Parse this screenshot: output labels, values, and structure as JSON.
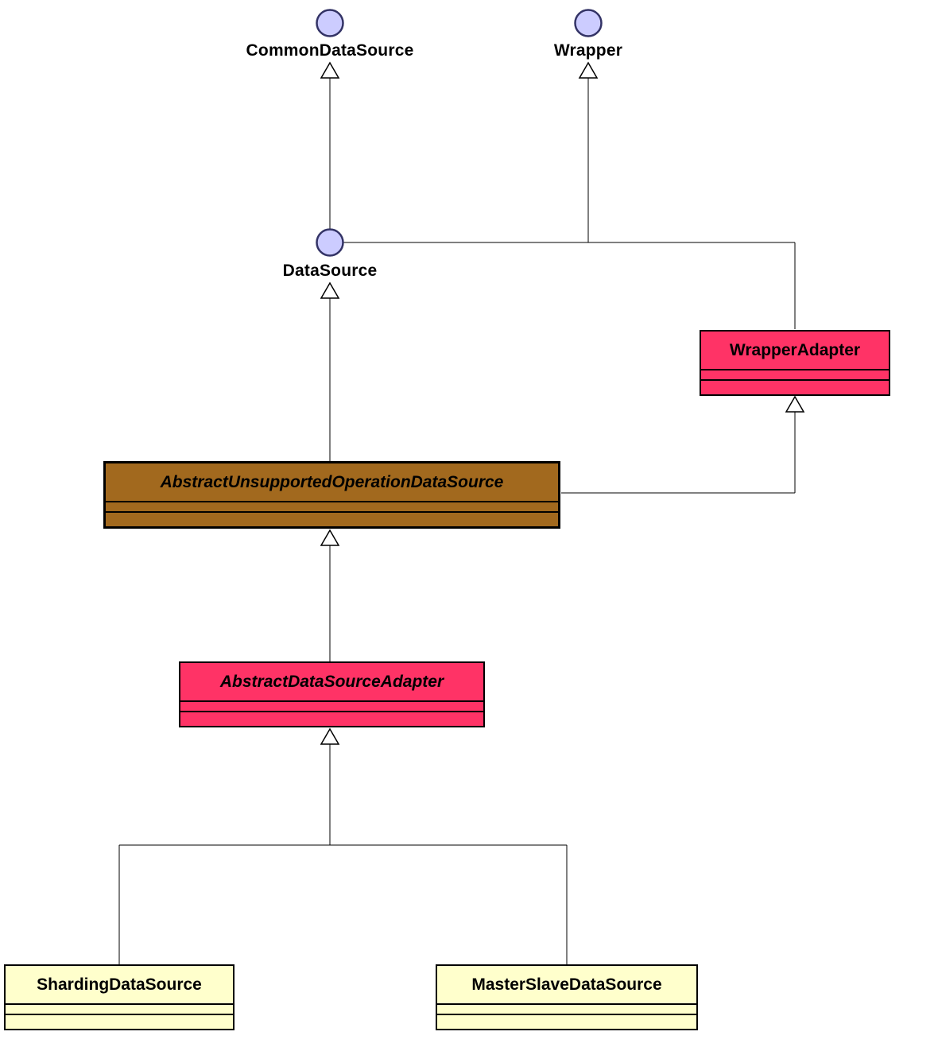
{
  "diagram": {
    "type": "uml-class-diagram",
    "interfaces": {
      "common_data_source": {
        "label": "CommonDataSource"
      },
      "wrapper": {
        "label": "Wrapper"
      },
      "data_source": {
        "label": "DataSource"
      }
    },
    "classes": {
      "wrapper_adapter": {
        "label": "WrapperAdapter",
        "abstract": false,
        "fill": "#FF3366"
      },
      "abstract_unsupported_operation_data_source": {
        "label": "AbstractUnsupportedOperationDataSource",
        "abstract": true,
        "fill": "#A2691E"
      },
      "abstract_data_source_adapter": {
        "label": "AbstractDataSourceAdapter",
        "abstract": true,
        "fill": "#FF3366"
      },
      "sharding_data_source": {
        "label": "ShardingDataSource",
        "abstract": false,
        "fill": "#FFFFCC"
      },
      "master_slave_data_source": {
        "label": "MasterSlaveDataSource",
        "abstract": false,
        "fill": "#FFFFCC"
      }
    },
    "colors": {
      "interface_circle_fill": "#CCCCFF",
      "interface_circle_stroke": "#333366",
      "edge": "#000000",
      "background": "#FFFFFF"
    },
    "edges": [
      {
        "from": "DataSource",
        "to": "CommonDataSource",
        "type": "generalization"
      },
      {
        "from": "DataSource",
        "to": "Wrapper",
        "type": "generalization"
      },
      {
        "from": "WrapperAdapter",
        "to": "Wrapper",
        "type": "realization"
      },
      {
        "from": "AbstractUnsupportedOperationDataSource",
        "to": "DataSource",
        "type": "realization"
      },
      {
        "from": "AbstractUnsupportedOperationDataSource",
        "to": "WrapperAdapter",
        "type": "generalization"
      },
      {
        "from": "AbstractDataSourceAdapter",
        "to": "AbstractUnsupportedOperationDataSource",
        "type": "generalization"
      },
      {
        "from": "ShardingDataSource",
        "to": "AbstractDataSourceAdapter",
        "type": "generalization"
      },
      {
        "from": "MasterSlaveDataSource",
        "to": "AbstractDataSourceAdapter",
        "type": "generalization"
      }
    ]
  }
}
